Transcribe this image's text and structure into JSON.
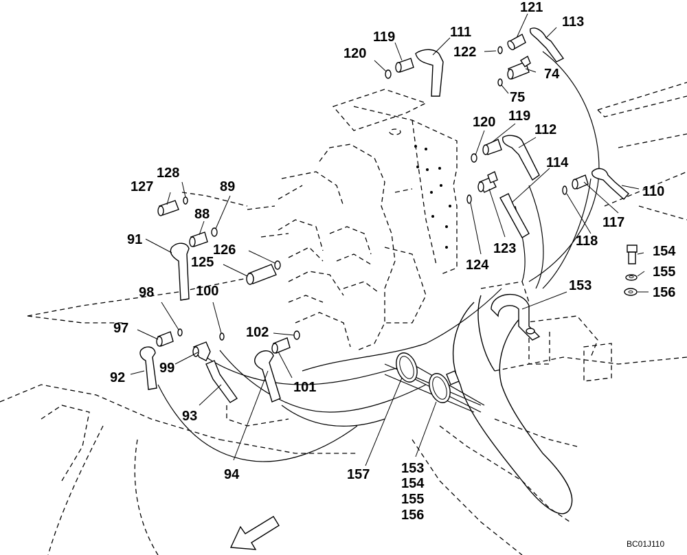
{
  "diagram": {
    "drawing_code": "BC01J110",
    "callouts": {
      "c121": "121",
      "c113": "113",
      "c119a": "119",
      "c111": "111",
      "c120a": "120",
      "c122": "122",
      "c74": "74",
      "c75": "75",
      "c120b": "120",
      "c119b": "119",
      "c112": "112",
      "c114": "114",
      "c128": "128",
      "c127": "127",
      "c89": "89",
      "c88": "88",
      "c110": "110",
      "c117": "117",
      "c118": "118",
      "c123": "123",
      "c124": "124",
      "c91": "91",
      "c126": "126",
      "c125": "125",
      "c154a": "154",
      "c155a": "155",
      "c156a": "156",
      "c153a": "153",
      "c98": "98",
      "c100": "100",
      "c97": "97",
      "c102": "102",
      "c99": "99",
      "c92": "92",
      "c101": "101",
      "c93": "93",
      "c94": "94",
      "c157": "157",
      "c153b": "153",
      "c154b": "154",
      "c155b": "155",
      "c156b": "156"
    },
    "direction_arrow": "arrow-front-icon"
  }
}
